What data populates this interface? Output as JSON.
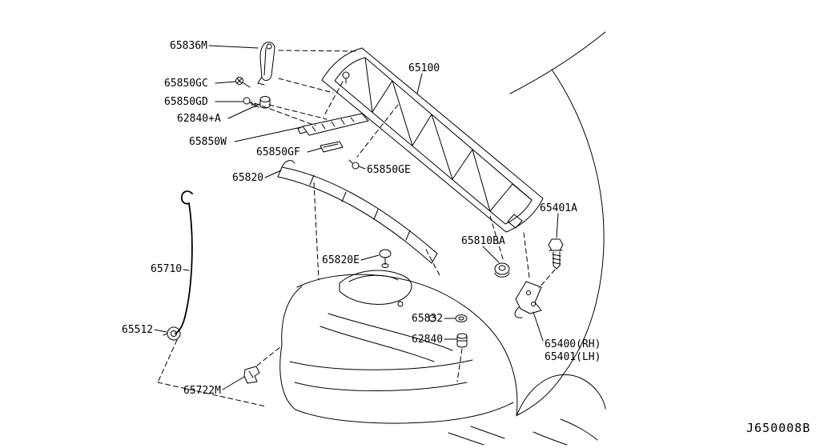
{
  "canvas": {
    "background": "#ffffff",
    "line_color": "#000000"
  },
  "diagram": {
    "code": "J650008B",
    "labels": {
      "p65836M": "65836M",
      "p65850GC": "65850GC",
      "p65850GD": "65850GD",
      "p62840A": "62840+A",
      "p65850W": "65850W",
      "p65850GF": "65850GF",
      "p65850GE": "65850GE",
      "p65820": "65820",
      "p65100": "65100",
      "p65401A": "65401A",
      "p65810BA": "65810BA",
      "p65820E": "65820E",
      "p65710": "65710",
      "p65512": "65512",
      "p65832": "65832",
      "p62840": "62840",
      "p65722M": "65722M",
      "p65400RH": "65400(RH)",
      "p65401LH": "65401(LH)"
    }
  }
}
